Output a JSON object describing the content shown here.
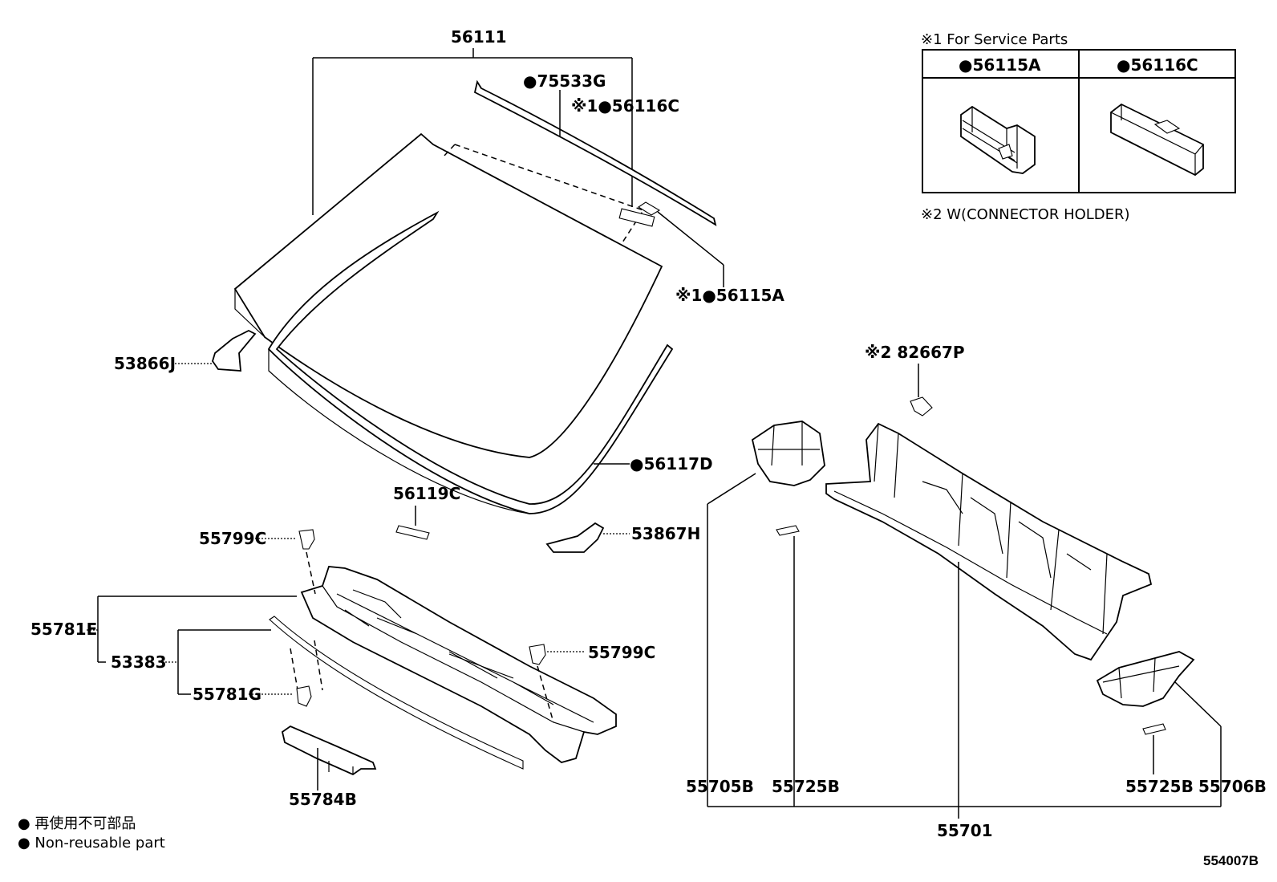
{
  "service_parts": {
    "title": "※1  For Service Parts",
    "columns": [
      "●56115A",
      "●56116C"
    ],
    "note2": "※2  W(CONNECTOR HOLDER)"
  },
  "callouts": {
    "p56111": "56111",
    "p75533G": "●75533G",
    "p56116C": "※1●56116C",
    "p56115A": "※1●56115A",
    "p53866J": "53866J",
    "p56117D": "●56117D",
    "p56119C": "56119C",
    "p53867H": "53867H",
    "p55799C_a": "55799C",
    "p55799C_b": "55799C",
    "p55781E": "55781E",
    "p53383": "53383",
    "p55781G": "55781G",
    "p55784B": "55784B",
    "p82667P": "※2 82667P",
    "p55705B": "55705B",
    "p55725B_a": "55725B",
    "p55725B_b": "55725B",
    "p55706B": "55706B",
    "p55701": "55701"
  },
  "legend": {
    "line1": "● 再使用不可部品",
    "line2": "● Non-reusable part"
  },
  "diagram_code": "554007B"
}
